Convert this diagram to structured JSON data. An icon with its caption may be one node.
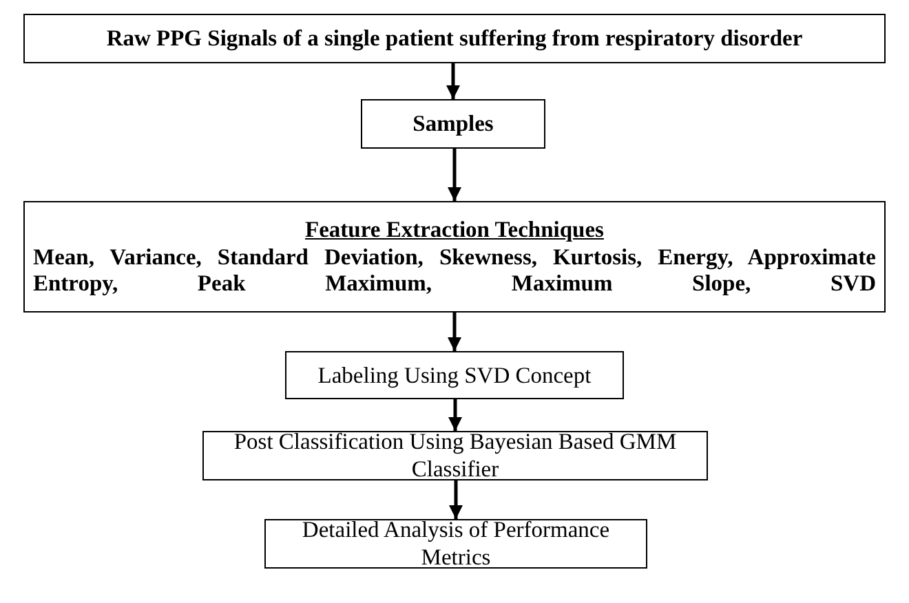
{
  "diagram": {
    "nodes": [
      {
        "text": [
          "Raw PPG Signals of a single patient suffering from respiratory disorder"
        ]
      },
      {
        "text": [
          "Samples"
        ]
      },
      {
        "text": [
          "Feature Extraction Techniques",
          "Mean, Variance, Standard Deviation, Skewness, Kurtosis, Energy, Approximate Entropy, Peak Maximum, Maximum Slope, SVD"
        ]
      },
      {
        "text": [
          "Labeling Using SVD Concept"
        ]
      },
      {
        "text": [
          "Post Classification Using Bayesian Based GMM Classifier"
        ]
      },
      {
        "text": [
          "Detailed Analysis of Performance Metrics"
        ]
      }
    ],
    "edges": [
      {
        "from": 0,
        "to": 1,
        "arrow": "to"
      },
      {
        "from": 1,
        "to": 2,
        "arrow": "to"
      },
      {
        "from": 2,
        "to": 3,
        "arrow": "to"
      },
      {
        "from": 3,
        "to": 4,
        "arrow": "to"
      },
      {
        "from": 4,
        "to": 5,
        "arrow": "to"
      }
    ]
  }
}
